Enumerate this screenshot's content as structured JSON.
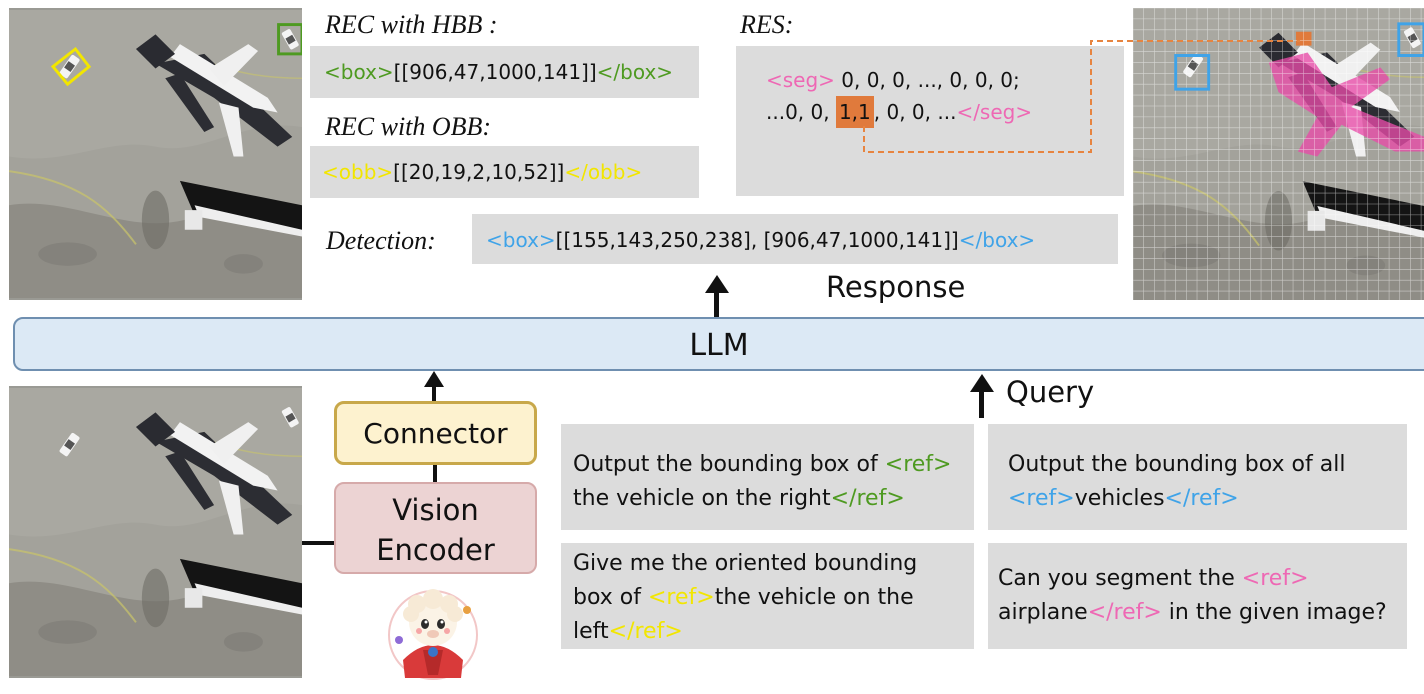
{
  "labels": {
    "rec_hbb": "REC with HBB :",
    "rec_obb": "REC with OBB:",
    "res": "RES:",
    "detection": "Detection:",
    "response": "Response",
    "llm": "LLM",
    "query": "Query",
    "connector": "Connector",
    "vision_encoder_line1": "Vision",
    "vision_encoder_line2": "Encoder"
  },
  "outputs": {
    "hbb": {
      "open": "<box>",
      "value": "[[906,47,1000,141]]",
      "close": "</box>"
    },
    "obb": {
      "open": "<obb>",
      "value": "[[20,19,2,10,52]]",
      "close": "</obb>"
    },
    "res_line1": {
      "open": "<seg>",
      "value": " 0, 0, 0, ..., 0, 0, 0;"
    },
    "res_line2": {
      "prefix": "...0, 0, ",
      "highlight": "1,1",
      "suffix": ", 0, 0, ...",
      "close": "</seg>"
    },
    "detection": {
      "open": "<box>",
      "value": "[[155,143,250,238], [906,47,1000,141]]",
      "close": "</box>"
    }
  },
  "queries": {
    "q1": {
      "pre": "Output the bounding box of ",
      "open": "<ref>",
      "line2": "the vehicle on the right",
      "close": "</ref>"
    },
    "q2": {
      "line1": "Output the bounding box of all",
      "open": "<ref>",
      "word": "vehicles",
      "close": "</ref>"
    },
    "q3": {
      "line1": "Give me the oriented bounding",
      "pre2": "box of ",
      "open": "<ref>",
      "mid2": "the vehicle on the",
      "line3": "left",
      "close": "</ref>"
    },
    "q4": {
      "pre": "Can you segment the ",
      "open": "<ref>",
      "word": "airplane",
      "close": "</ref>",
      "post": " in the given image?"
    }
  },
  "colors": {
    "llm_fill": "#dce9f5",
    "llm_border": "#6f8fb0",
    "connector_fill": "#fdf2cf",
    "connector_border": "#c8a84a",
    "encoder_fill": "#ecd3d3",
    "encoder_border": "#d6aaaa",
    "highlight_cell": "#e07a3c",
    "dashed_line": "#e7843f",
    "seg_mask": "#e84aa8",
    "box_blue": "#3fa3e8",
    "box_yellow": "#f2e600",
    "box_green": "#4e9a21"
  },
  "icons": [
    "llama-mascot-icon",
    "airplane-image",
    "vehicle-image"
  ]
}
